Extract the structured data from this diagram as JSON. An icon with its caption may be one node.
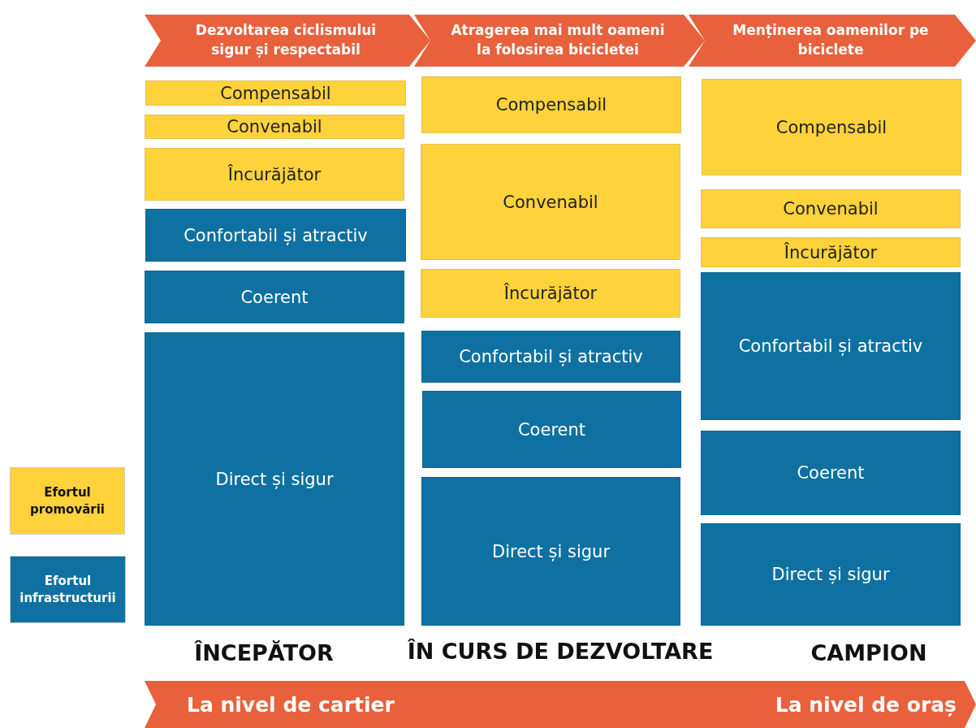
{
  "diagram": {
    "nodes": [
      {
        "text": [
          "Dezvoltarea ciclismului sigur și respectabil"
        ]
      },
      {
        "text": [
          "Atragerea mai mult oameni la folosirea bicicletei"
        ]
      },
      {
        "text": [
          "Menținerea oamenilor pe biciclete"
        ]
      },
      {
        "text": [
          "Compensabil"
        ]
      },
      {
        "text": [
          "Convenabil"
        ]
      },
      {
        "text": [
          "Încurăjător"
        ]
      },
      {
        "text": [
          "Confortabil și atractiv"
        ]
      },
      {
        "text": [
          "Coerent"
        ]
      },
      {
        "text": [
          "Direct și sigur"
        ]
      },
      {
        "text": [
          "Compensabil"
        ]
      },
      {
        "text": [
          "Convenabil"
        ]
      },
      {
        "text": [
          "Încurăjător"
        ]
      },
      {
        "text": [
          "Confortabil și atractiv"
        ]
      },
      {
        "text": [
          "Coerent"
        ]
      },
      {
        "text": [
          "Direct și sigur"
        ]
      },
      {
        "text": [
          "Compensabil"
        ]
      },
      {
        "text": [
          "Convenabil"
        ]
      },
      {
        "text": [
          "Încurăjător"
        ]
      },
      {
        "text": [
          "Confortabil și atractiv"
        ]
      },
      {
        "text": [
          "Coerent"
        ]
      },
      {
        "text": [
          "Direct și sigur"
        ]
      },
      {
        "text": [
          "La nivel de cartier",
          "La nivel de oraș"
        ]
      }
    ],
    "edges": [],
    "labels": [
      "ÎNCEPĂTOR",
      "ÎN CURS DE DEZVOLTARE",
      "CAMPION"
    ],
    "legend": [
      {
        "text": "Efortul promovării",
        "color": "#fdd23b"
      },
      {
        "text": "Efortul infrastructurii",
        "color": "#0e71a1"
      }
    ]
  }
}
